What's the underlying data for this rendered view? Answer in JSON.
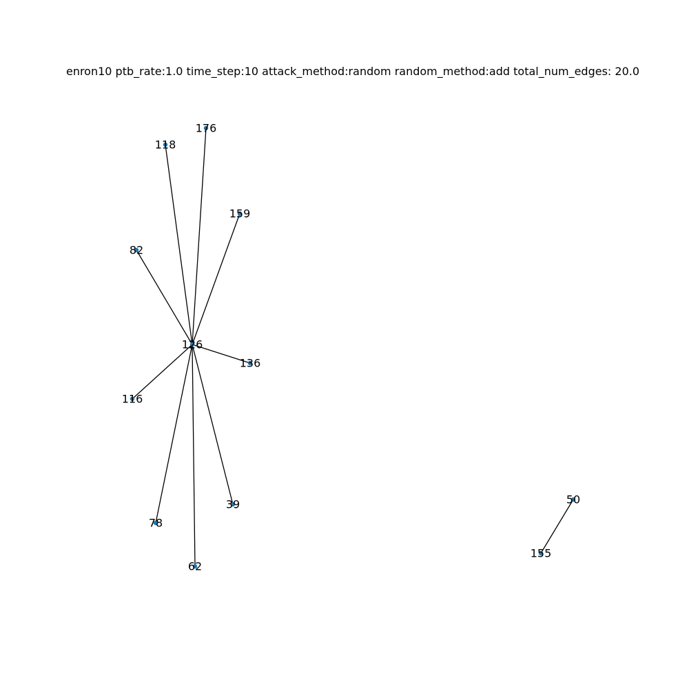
{
  "title": "enron10 ptb_rate:1.0 time_step:10 attack_method:random random_method:add total_num_edges: 20.0",
  "colors": {
    "node": "#1f77b4",
    "edge": "#000000",
    "label": "#000000",
    "background": "#ffffff"
  },
  "graph": {
    "nodes": [
      "126",
      "176",
      "118",
      "159",
      "82",
      "136",
      "116",
      "39",
      "78",
      "62",
      "50",
      "155"
    ],
    "edges": [
      [
        "126",
        "176"
      ],
      [
        "126",
        "118"
      ],
      [
        "126",
        "159"
      ],
      [
        "126",
        "82"
      ],
      [
        "126",
        "136"
      ],
      [
        "126",
        "116"
      ],
      [
        "126",
        "39"
      ],
      [
        "126",
        "78"
      ],
      [
        "126",
        "62"
      ],
      [
        "50",
        "155"
      ]
    ]
  }
}
